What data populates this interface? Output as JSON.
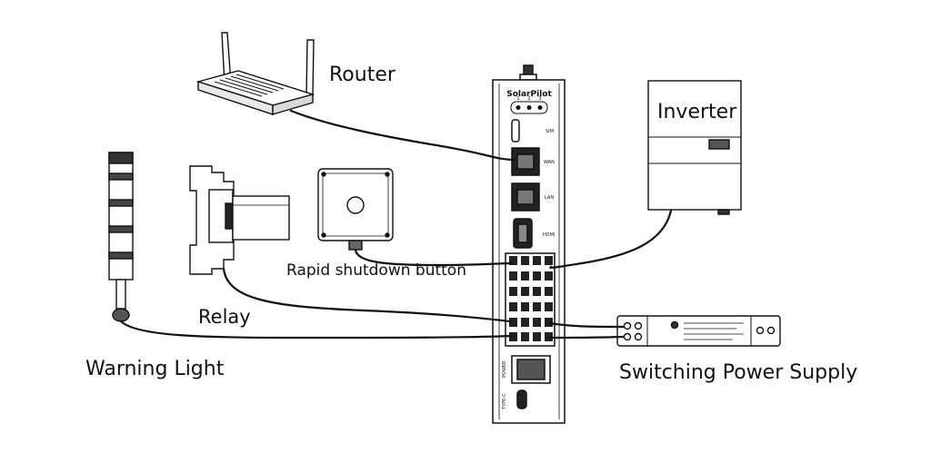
{
  "diagram": {
    "labels": {
      "router": "Router",
      "inverter": "Inverter",
      "rapid_shutdown": "Rapid shutdown button",
      "relay": "Relay",
      "warning_light": "Warning Light",
      "switching_power_supply": "Switching Power Supply"
    },
    "controller": {
      "brand": "SolarPilot",
      "led_numbers": [
        "1",
        "2",
        "3"
      ],
      "port_sim": "SIM",
      "port_wan": "WAN",
      "port_lan": "LAN",
      "port_hdmi": "HDMI",
      "port_power": "POWER",
      "port_typec": "TYPE-C"
    }
  }
}
